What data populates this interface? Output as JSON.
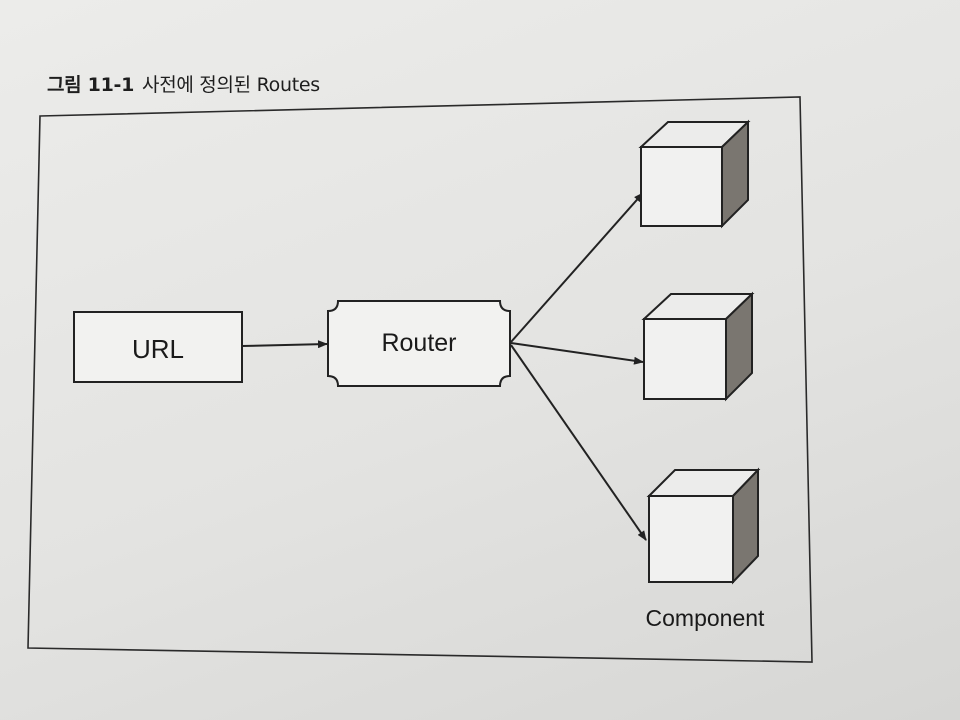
{
  "caption": {
    "number": "그림 11-1",
    "title": "사전에 정의된 Routes"
  },
  "nodes": {
    "url": "URL",
    "router": "Router",
    "component": "Component"
  },
  "components_count": 3,
  "colors": {
    "stroke": "#222222",
    "cube_front": "#f1f1f0",
    "cube_top": "#ececeb",
    "cube_side": "#7a7670"
  }
}
